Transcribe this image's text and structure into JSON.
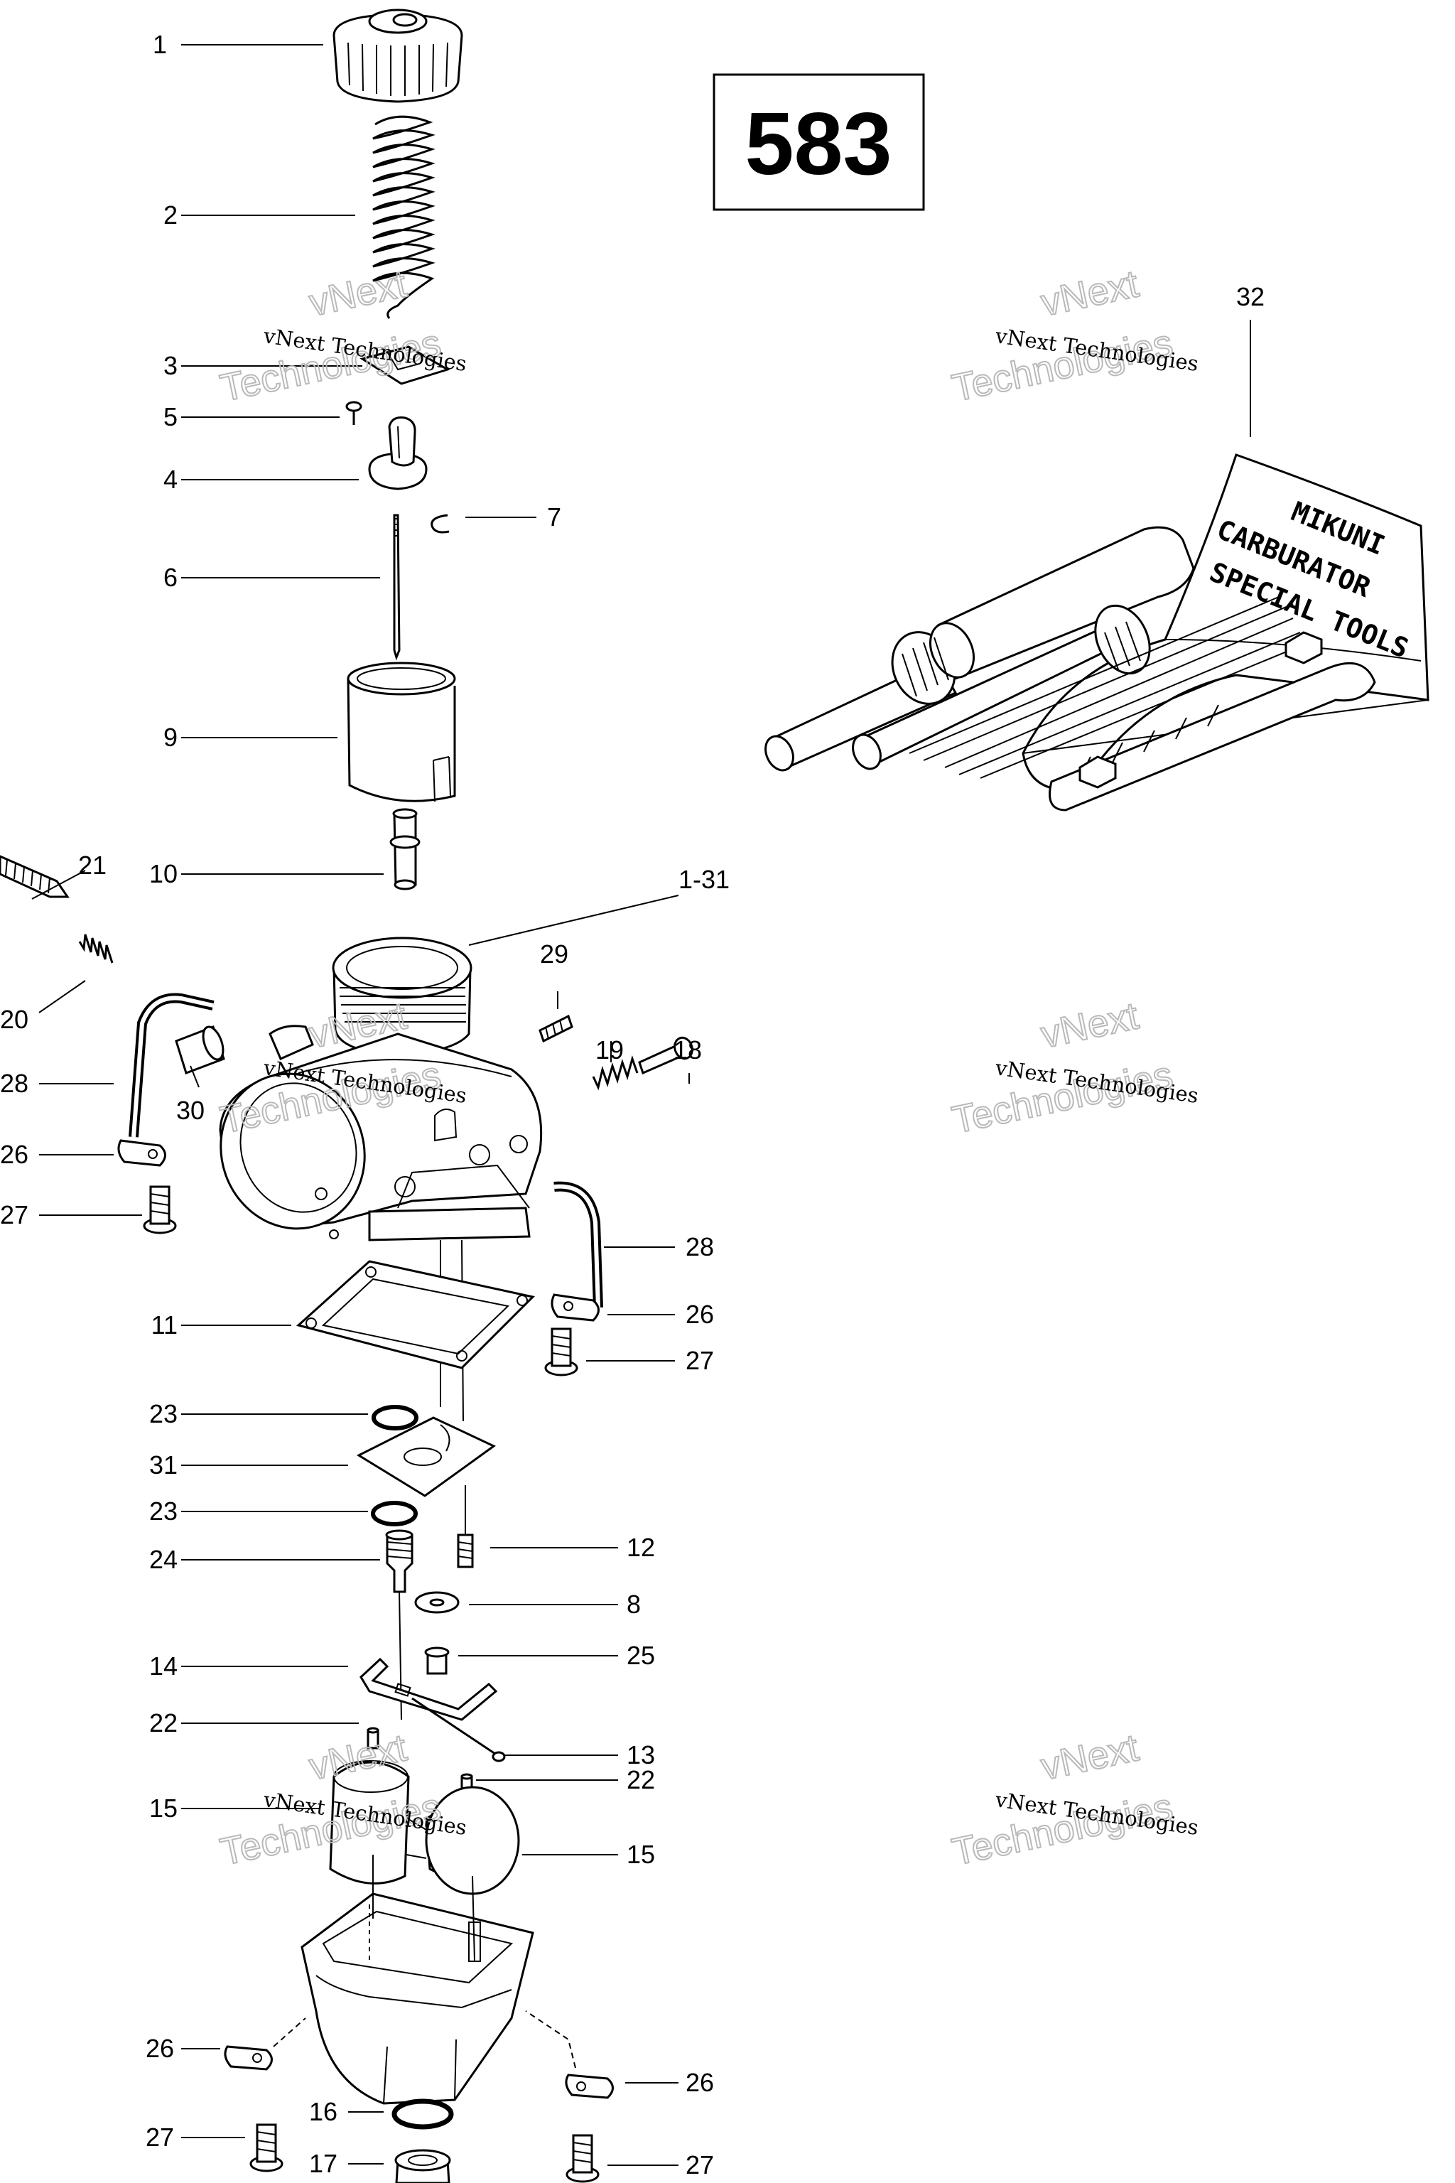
{
  "diagram": {
    "reference_number": "583",
    "watermark": {
      "line1": "vNext Technologies",
      "line2": "vNext",
      "line3": "Technologies"
    },
    "tool_kit_lettering": {
      "line1": "MIKUNI",
      "line2": "CARBURATOR",
      "line3": "SPECIAL TOOLS"
    },
    "callouts": [
      {
        "id": "c1",
        "label": "1"
      },
      {
        "id": "c2",
        "label": "2"
      },
      {
        "id": "c3",
        "label": "3"
      },
      {
        "id": "c5",
        "label": "5"
      },
      {
        "id": "c4",
        "label": "4"
      },
      {
        "id": "c7",
        "label": "7"
      },
      {
        "id": "c6",
        "label": "6"
      },
      {
        "id": "c9",
        "label": "9"
      },
      {
        "id": "c21",
        "label": "21"
      },
      {
        "id": "c10",
        "label": "10"
      },
      {
        "id": "c1-31",
        "label": "1-31"
      },
      {
        "id": "c29",
        "label": "29"
      },
      {
        "id": "c20",
        "label": "20"
      },
      {
        "id": "c19",
        "label": "19"
      },
      {
        "id": "c18",
        "label": "18"
      },
      {
        "id": "c28a",
        "label": "28"
      },
      {
        "id": "c30",
        "label": "30"
      },
      {
        "id": "c26a",
        "label": "26"
      },
      {
        "id": "c27a",
        "label": "27"
      },
      {
        "id": "c28b",
        "label": "28"
      },
      {
        "id": "c26b",
        "label": "26"
      },
      {
        "id": "c11",
        "label": "11"
      },
      {
        "id": "c27b",
        "label": "27"
      },
      {
        "id": "c23a",
        "label": "23"
      },
      {
        "id": "c31",
        "label": "31"
      },
      {
        "id": "c23b",
        "label": "23"
      },
      {
        "id": "c12",
        "label": "12"
      },
      {
        "id": "c24",
        "label": "24"
      },
      {
        "id": "c8",
        "label": "8"
      },
      {
        "id": "c25",
        "label": "25"
      },
      {
        "id": "c14",
        "label": "14"
      },
      {
        "id": "c22a",
        "label": "22"
      },
      {
        "id": "c13",
        "label": "13"
      },
      {
        "id": "c22b",
        "label": "22"
      },
      {
        "id": "c15a",
        "label": "15"
      },
      {
        "id": "c15b",
        "label": "15"
      },
      {
        "id": "c26c",
        "label": "26"
      },
      {
        "id": "c26d",
        "label": "26"
      },
      {
        "id": "c16",
        "label": "16"
      },
      {
        "id": "c27c",
        "label": "27"
      },
      {
        "id": "c27d",
        "label": "27"
      },
      {
        "id": "c17",
        "label": "17"
      },
      {
        "id": "c32",
        "label": "32"
      }
    ]
  }
}
